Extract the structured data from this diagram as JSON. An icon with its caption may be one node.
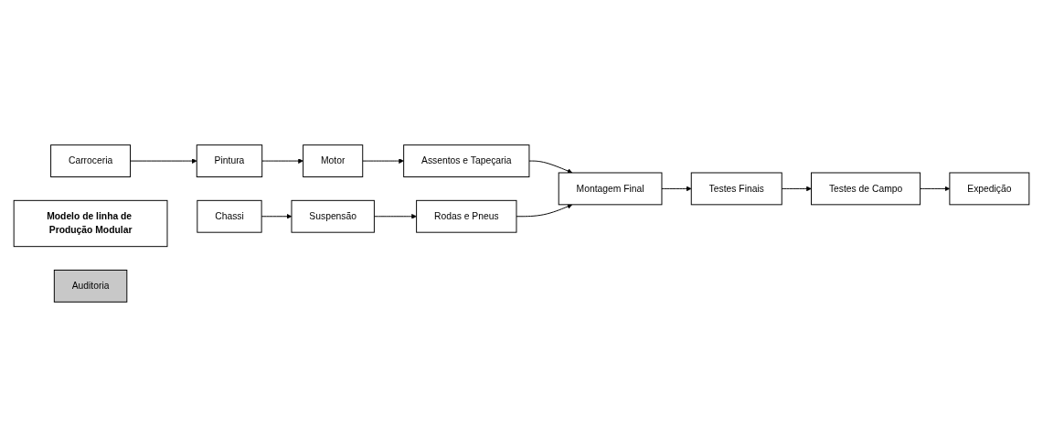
{
  "diagram": {
    "nodes": [
      {
        "text": [
          "Carroceria"
        ]
      },
      {
        "text": [
          "Modelo de linha de Produção Modular"
        ]
      },
      {
        "text": [
          "Auditoria"
        ]
      },
      {
        "text": [
          "Pintura"
        ]
      },
      {
        "text": [
          "Motor"
        ]
      },
      {
        "text": [
          "Assentos e Tapeçaria"
        ]
      },
      {
        "text": [
          "Montagem Final"
        ]
      },
      {
        "text": [
          "Testes Finais"
        ]
      },
      {
        "text": [
          "Chassi"
        ]
      },
      {
        "text": [
          "Suspensão"
        ]
      },
      {
        "text": [
          "Rodas e Pneus"
        ]
      },
      {
        "text": [
          "Testes de Campo"
        ]
      },
      {
        "text": [
          "Expedição"
        ]
      }
    ],
    "edges": [
      {
        "from": 0,
        "to": 3,
        "arrow": "to"
      },
      {
        "from": 3,
        "to": 4,
        "arrow": "to"
      },
      {
        "from": 4,
        "to": 5,
        "arrow": "to"
      },
      {
        "from": 5,
        "to": 6,
        "arrow": "to"
      },
      {
        "from": 6,
        "to": 7,
        "arrow": "to"
      },
      {
        "from": 7,
        "to": 11,
        "arrow": "to"
      },
      {
        "from": 8,
        "to": 9,
        "arrow": "to"
      },
      {
        "from": 9,
        "to": 10,
        "arrow": "to"
      },
      {
        "from": 10,
        "to": 6,
        "arrow": "to"
      },
      {
        "from": 11,
        "to": 12,
        "arrow": "to"
      }
    ]
  }
}
